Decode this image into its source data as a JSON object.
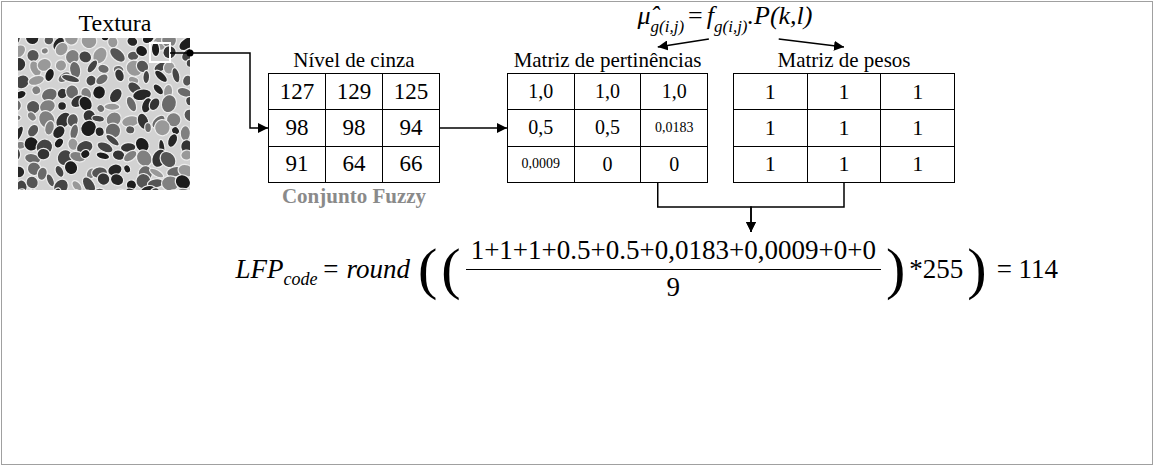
{
  "diagram": {
    "nodes": [
      {
        "text": [
          "Textura"
        ]
      },
      {
        "text": [
          "Nível de cinza",
          "Conjunto Fuzzy"
        ]
      },
      {
        "text": [
          "Matriz de pertinências"
        ]
      },
      {
        "text": [
          "Matriz de pesos"
        ]
      },
      {
        "text": [
          "μ̂",
          "g(i,j)",
          "=",
          "f",
          "g(i,j)",
          ".P(k,l)"
        ]
      },
      {
        "text": [
          "LFP",
          "code",
          "= round",
          "(",
          "(",
          "1+1+1+0.5+0.5+0,0183+0,0009+0+0",
          "9",
          ")",
          "*255",
          ")",
          "= 114"
        ]
      }
    ],
    "edges": [
      {
        "from": 0,
        "to": 1,
        "arrow": "to"
      },
      {
        "from": 1,
        "to": 2,
        "arrow": "to"
      },
      {
        "from": 4,
        "to": 2,
        "arrow": "to"
      },
      {
        "from": 4,
        "to": 3,
        "arrow": "to"
      },
      {
        "from": 2,
        "to": 5,
        "arrow": "to"
      },
      {
        "from": 3,
        "to": 5,
        "arrow": "to"
      }
    ],
    "labels": [
      "127",
      "129",
      "125",
      "98",
      "98",
      "94",
      "91",
      "64",
      "66",
      "1,0",
      "1,0",
      "1,0",
      "0,5",
      "0,5",
      "0,0183",
      "0,0009",
      "0",
      "0",
      "1",
      "1",
      "1",
      "1",
      "1",
      "1",
      "1",
      "1",
      "1"
    ]
  }
}
